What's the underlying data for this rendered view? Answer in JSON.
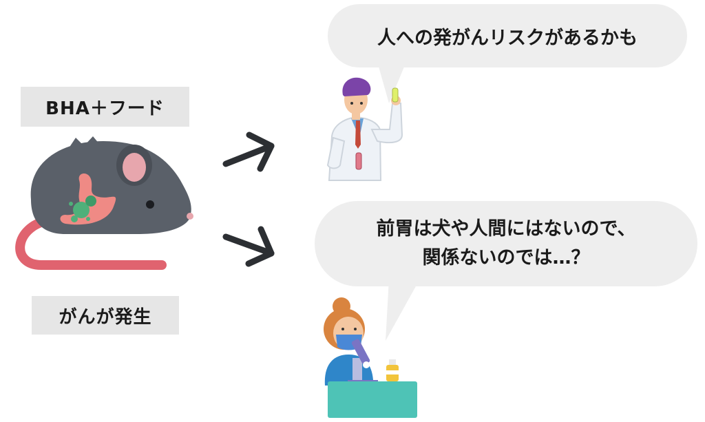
{
  "labels": {
    "condition": "BHA＋フード",
    "result": "がんが発生"
  },
  "speech": {
    "scientist": "人への発がんリスクがあるかも",
    "researcher_line1": "前胃は犬や人間にはないので、",
    "researcher_line2": "関係ないのでは…？"
  },
  "colors": {
    "label_bg": "#e6e6e6",
    "bubble_bg": "#eeeeee",
    "rat_body": "#5a6069",
    "rat_tail": "#e0636f",
    "stomach": "#ef8a85",
    "germ": "#4fb07a",
    "arrow": "#2c2f33",
    "coat": "#eef2f7",
    "hair_purple": "#7b44a8",
    "hair_orange": "#d9843f",
    "desk": "#4ec3b6"
  }
}
